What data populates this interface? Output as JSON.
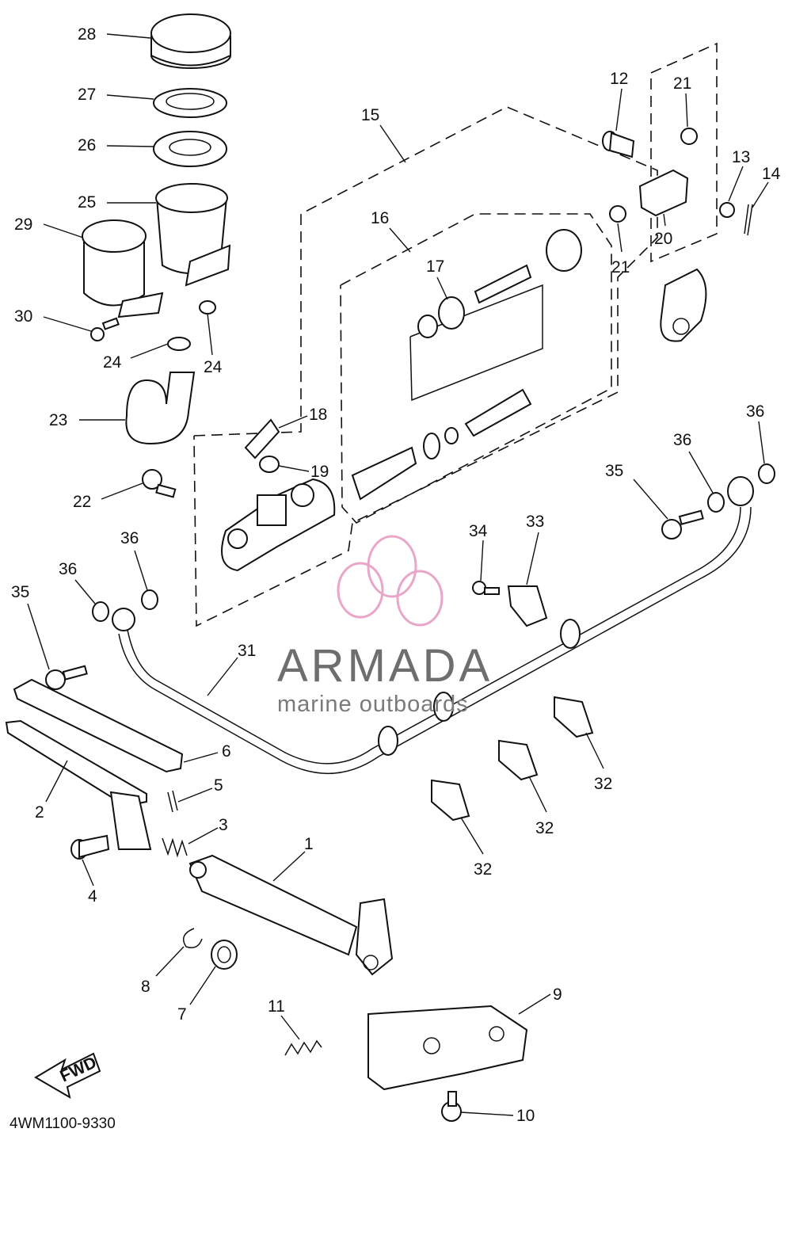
{
  "diagram": {
    "drawing_code": "4WM1100-9330",
    "direction_badge": "FWD",
    "watermark": {
      "title": "ARMADA",
      "subtitle": "marine outboards",
      "accent_color": "#e9a6c8"
    },
    "callouts": [
      "28",
      "27",
      "26",
      "25",
      "29",
      "30",
      "24",
      "24",
      "23",
      "15",
      "16",
      "17",
      "18",
      "19",
      "22",
      "36",
      "36",
      "35",
      "12",
      "21",
      "13",
      "14",
      "20",
      "21",
      "36",
      "36",
      "35",
      "34",
      "33",
      "31",
      "6",
      "5",
      "2",
      "3",
      "4",
      "1",
      "8",
      "7",
      "11",
      "9",
      "10",
      "32",
      "32",
      "32"
    ]
  }
}
